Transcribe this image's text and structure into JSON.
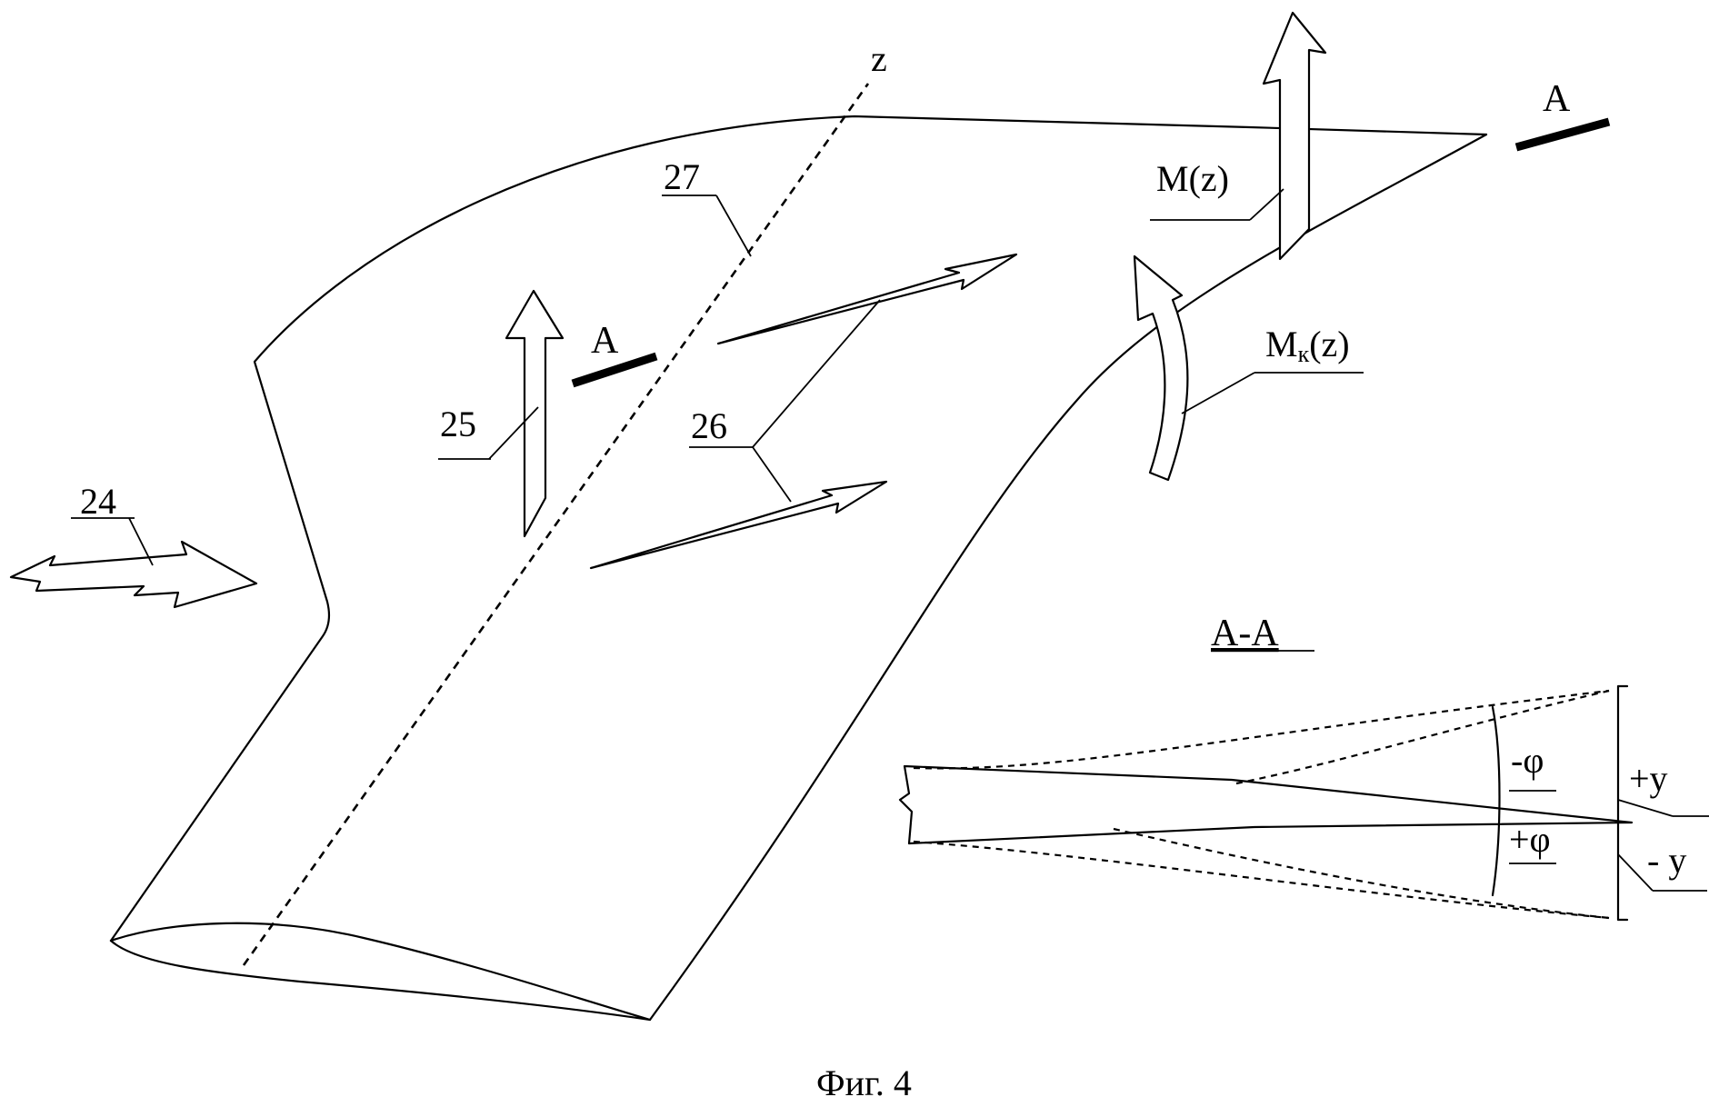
{
  "labels": {
    "z_axis": "z",
    "section_mark_right": "A",
    "section_mark_left": "A",
    "ref_24": "24",
    "ref_25": "25",
    "ref_26": "26",
    "ref_27": "27",
    "moment_bending": "M(z)",
    "moment_torsion_main": "M",
    "moment_torsion_sub": "к",
    "moment_torsion_arg": "(z)"
  },
  "section": {
    "title": "A-A",
    "minus_phi": "-φ",
    "plus_phi": "+φ",
    "plus_y": "+y",
    "minus_y": "- y"
  },
  "caption": "Фиг. 4"
}
